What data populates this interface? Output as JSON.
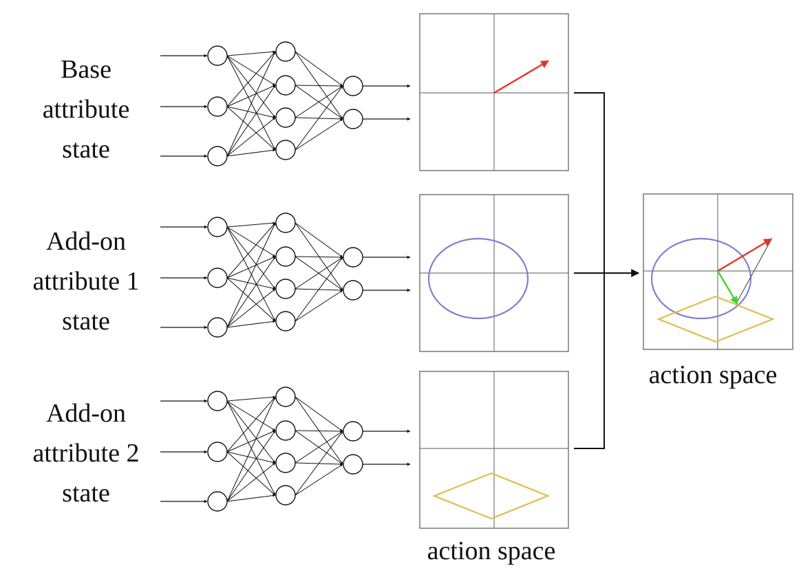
{
  "rows": [
    {
      "id": "base",
      "label_lines": [
        "Base",
        "attribute",
        "state"
      ],
      "shape": "vector"
    },
    {
      "id": "addon1",
      "label_lines": [
        "Add-on",
        "attribute 1",
        "state"
      ],
      "shape": "ellipse"
    },
    {
      "id": "addon2",
      "label_lines": [
        "Add-on",
        "attribute 2",
        "state"
      ],
      "shape": "diamond"
    }
  ],
  "network": {
    "layers": [
      3,
      4,
      2
    ]
  },
  "captions": {
    "left": "action space",
    "right": "action space"
  },
  "colors": {
    "base_vector": "#e8322a",
    "addon1_ellipse": "#8080cc",
    "addon2_diamond": "#e8b84a",
    "combined_green": "#3ed62a",
    "line": "#111111",
    "grid": "#777777"
  }
}
